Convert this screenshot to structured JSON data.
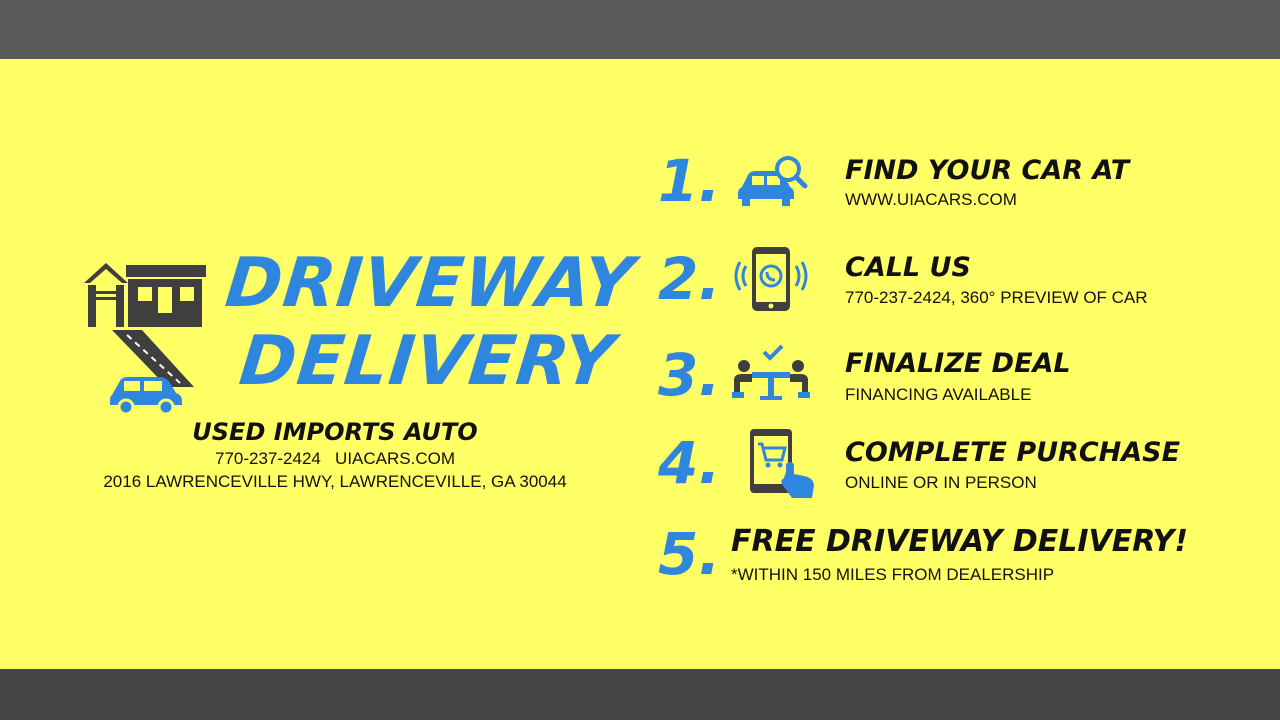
{
  "colors": {
    "background": "#ffff66",
    "accent_blue": "#2e86de",
    "dark_gray": "#3f3f3f",
    "bar_top": "#5a5a5a",
    "bar_bottom": "#454545"
  },
  "logo": {
    "icon": "house-road-car-icon",
    "title_line1": "DRIVEWAY",
    "title_line2": "DELIVERY"
  },
  "business": {
    "name": "USED IMPORTS AUTO",
    "contact": "770-237-2424   UIACARS.COM",
    "address": "2016 LAWRENCEVILLE HWY, LAWRENCEVILLE, GA 30044"
  },
  "steps": [
    {
      "number": "1.",
      "icon": "car-search-icon",
      "title": "FIND YOUR CAR AT",
      "detail": "WWW.UIACARS.COM"
    },
    {
      "number": "2.",
      "icon": "phone-ringing-icon",
      "title": "CALL US",
      "detail": "770-237-2424, 360° PREVIEW OF CAR"
    },
    {
      "number": "3.",
      "icon": "meeting-deal-icon",
      "title": "FINALIZE DEAL",
      "detail": "FINANCING AVAILABLE"
    },
    {
      "number": "4.",
      "icon": "tablet-cart-icon",
      "title": "COMPLETE PURCHASE",
      "detail": "ONLINE OR IN PERSON"
    },
    {
      "number": "5.",
      "icon": "",
      "title": "FREE DRIVEWAY DELIVERY!",
      "detail": "*WITHIN 150 MILES FROM DEALERSHIP"
    }
  ]
}
